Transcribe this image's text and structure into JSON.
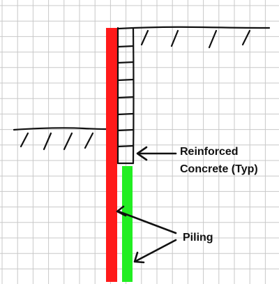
{
  "diagram": {
    "labels": {
      "concrete_line1": "Reinforced",
      "concrete_line2": "Concrete (Typ)",
      "piling": "Piling"
    },
    "colors": {
      "paper": "#ffffff",
      "grid": "#c8c8c8",
      "ink": "#111111",
      "red_pile": "#ff1a1a",
      "green_pile": "#22ee22"
    }
  }
}
